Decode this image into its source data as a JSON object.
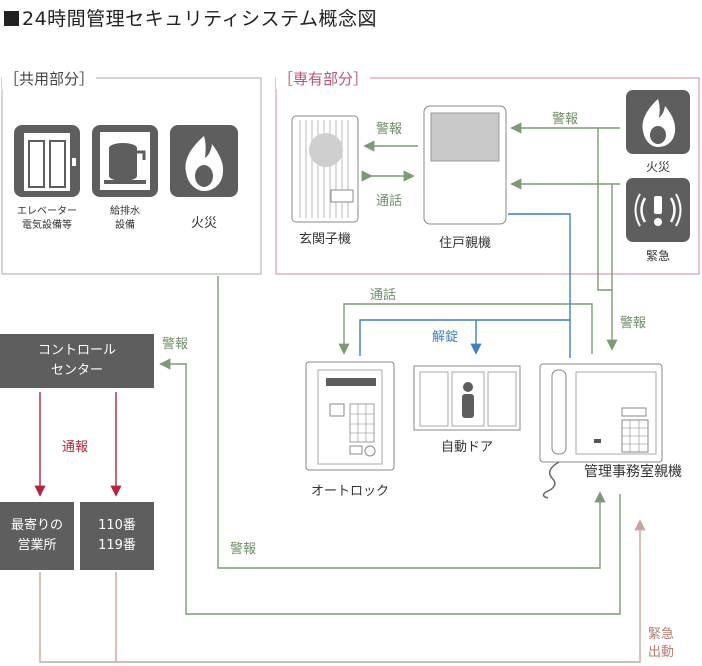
{
  "title": "24時間管理セキュリティシステム概念図",
  "sections": {
    "common": "［共用部分］",
    "private": "［専有部分］"
  },
  "devices": {
    "elevator": "エレベーター\n電気設備等",
    "water": "給排水\n設備",
    "fire_common": "火災",
    "entrance_unit": "玄関子機",
    "residence_unit": "住戸親機",
    "fire_private": "火災",
    "emergency": "緊急",
    "autolock": "オートロック",
    "auto_door": "自動ドア",
    "office_unit": "管理事務室親機"
  },
  "boxes": {
    "control_center": "コントロール\nセンター",
    "nearest_office": "最寄りの\n営業所",
    "police_fire": "110番\n119番"
  },
  "arrows": {
    "alarm_1": "警報",
    "alarm_2": "警報",
    "talk_1": "通話",
    "talk_2": "通話",
    "alarm_3": "警報",
    "alarm_4": "警報",
    "unlock": "解錠",
    "report": "通報",
    "alarm_5": "警報",
    "dispatch": "緊急\n出動"
  },
  "colors": {
    "alarm_line": "#7d9a76",
    "unlock_line": "#3f7fc0",
    "report_line": "#b2253e",
    "dispatch_line": "#c9a49c",
    "private_frame": "#c98ba0",
    "box_fill": "#5e5e5e"
  }
}
